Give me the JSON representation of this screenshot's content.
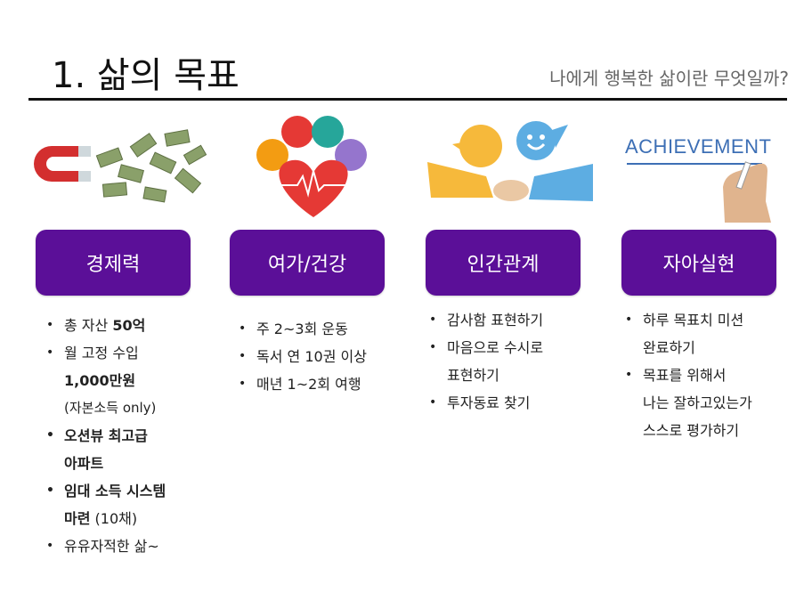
{
  "header": {
    "title": "1. 삶의 목표",
    "subtitle": "나에게 행복한 삶이란 무엇일까?"
  },
  "colors": {
    "pill": "#5b0f98",
    "heart": "#e53935"
  },
  "columns": [
    {
      "label": "경제력",
      "illustration": "magnet-money-icon",
      "bullets": [
        {
          "text": "총 자산 ",
          "bold": "50억"
        },
        {
          "text": "월 고정 수입"
        },
        {
          "bold": "1,000만원",
          "cont": true
        },
        {
          "text": "(자본소득 only)",
          "cont": true
        },
        {
          "bold": "오션뷰 최고급"
        },
        {
          "bold": "아파트",
          "cont": true
        },
        {
          "bold": "임대 소득 시스템"
        },
        {
          "bold": "마련",
          "text": " (10채)",
          "cont": true
        },
        {
          "text": "유유자적한 삶~"
        }
      ]
    },
    {
      "label": "여가/건강",
      "illustration": "health-heart-icon",
      "bullets": [
        {
          "text": "주 2~3회 운동"
        },
        {
          "text": "독서 연 10권 이상"
        },
        {
          "text": "매년 1~2회 여행"
        }
      ]
    },
    {
      "label": "인간관계",
      "illustration": "handshake-icon",
      "bullets": [
        {
          "text": "감사함 표현하기"
        },
        {
          "text": "마음으로 수시로"
        },
        {
          "text": "표현하기",
          "cont": true
        },
        {
          "text": "투자동료 찾기"
        }
      ]
    },
    {
      "label": "자아실현",
      "illustration": "achievement-hand-icon",
      "illustration_text": "ACHIEVEMENT",
      "bullets": [
        {
          "text": "하루 목표치 미션"
        },
        {
          "text": "완료하기",
          "cont": true
        },
        {
          "text": "목표를 위해서"
        },
        {
          "text": "나는 잘하고있는가",
          "cont": true
        },
        {
          "text": "스스로 평가하기",
          "cont": true
        }
      ]
    }
  ]
}
